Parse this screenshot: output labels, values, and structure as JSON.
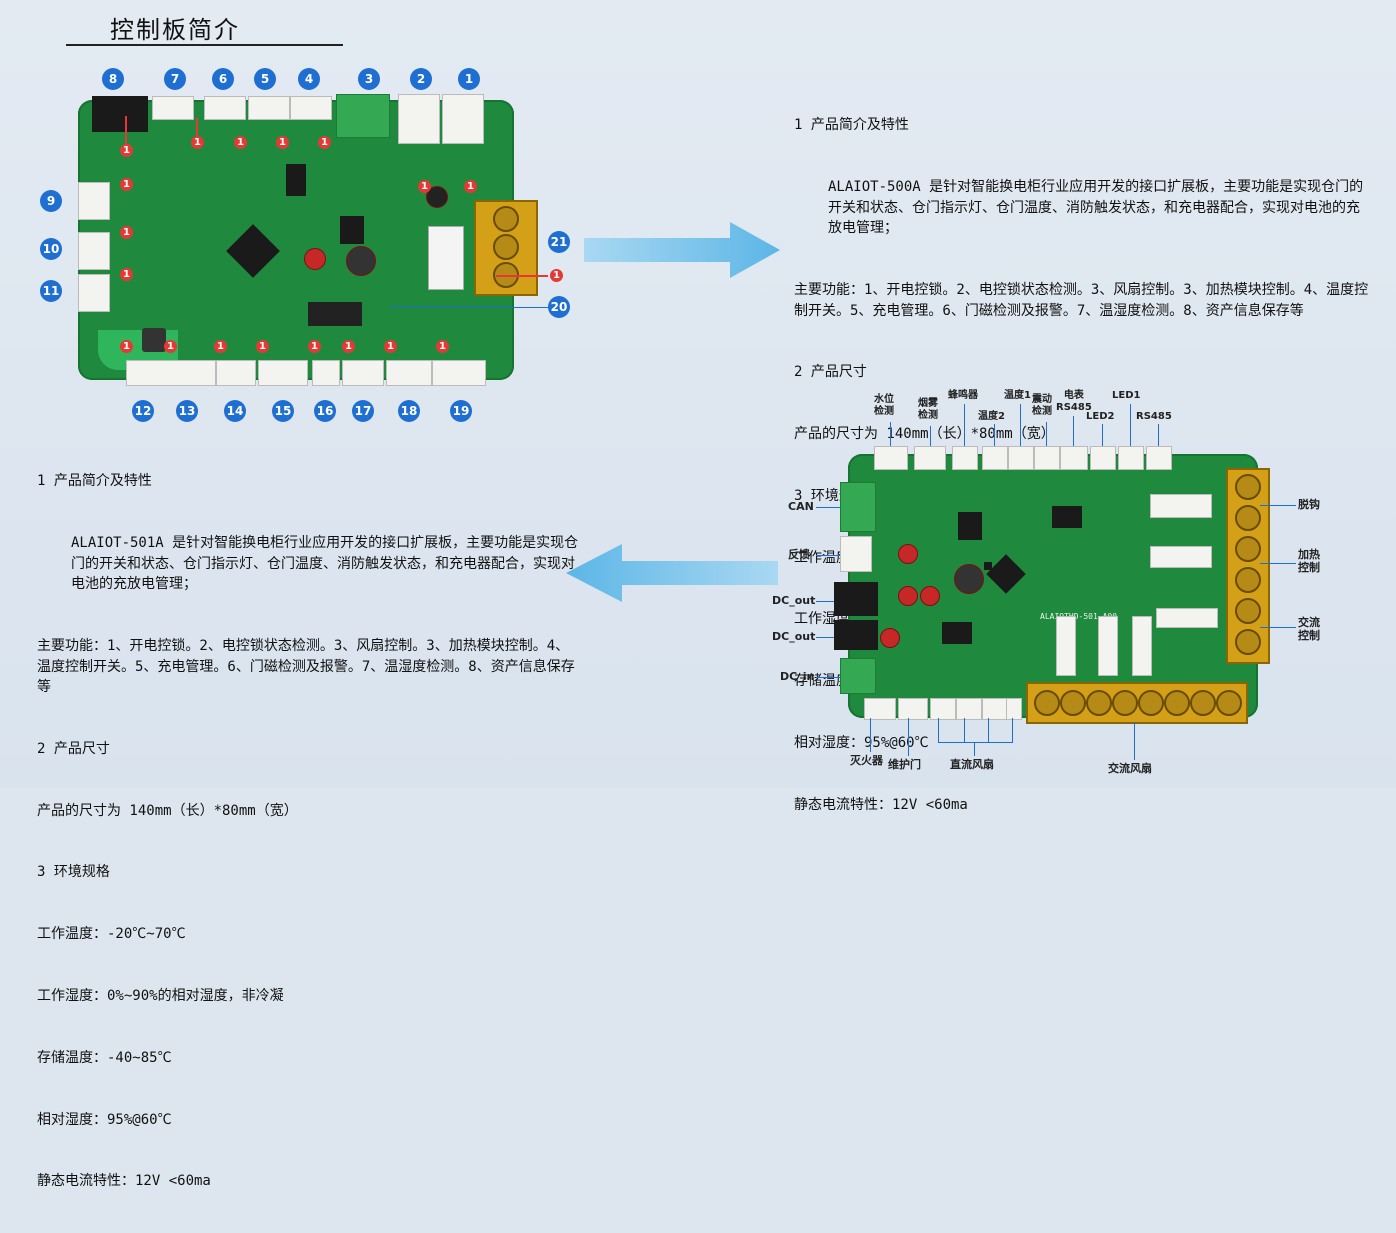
{
  "slide": {
    "title": "控制板简介"
  },
  "board1": {
    "numbers": [
      "1",
      "2",
      "3",
      "4",
      "5",
      "6",
      "7",
      "8",
      "9",
      "10",
      "11",
      "12",
      "13",
      "14",
      "15",
      "16",
      "17",
      "18",
      "19",
      "20",
      "21"
    ],
    "marker": "1"
  },
  "spec_top": {
    "h1": "1 产品简介及特性",
    "intro": "ALAIOT-500A 是针对智能换电柜行业应用开发的接口扩展板，主要功能是实现仓门的开关和状态、仓门指示灯、仓门温度、消防触发状态，和充电器配合，实现对电池的充放电管理；",
    "funcs": "主要功能：1、开电控锁。2、电控锁状态检测。3、风扇控制。3、加热模块控制。4、温度控制开关。5、充电管理。6、门磁检测及报警。7、温湿度检测。8、资产信息保存等",
    "h2": "2 产品尺寸",
    "size": "产品的尺寸为 140mm（长）*80mm（宽）",
    "h3": "3 环境规格",
    "env1": "工作温度：-20℃~70℃",
    "env2": "工作湿度：0%~90%的相对湿度，非冷凝",
    "env3": "存储温度：-40~85℃",
    "env4": "相对湿度：95%@60℃",
    "env5": "静态电流特性：12V <60ma"
  },
  "spec_bottom": {
    "h1": "1 产品简介及特性",
    "intro": "ALAIOT-501A 是针对智能换电柜行业应用开发的接口扩展板，主要功能是实现仓门的开关和状态、仓门指示灯、仓门温度、消防触发状态，和充电器配合，实现对电池的充放电管理；",
    "funcs": "主要功能：1、开电控锁。2、电控锁状态检测。3、风扇控制。3、加热模块控制。4、温度控制开关。5、充电管理。6、门磁检测及报警。7、温湿度检测。8、资产信息保存等",
    "h2": "2 产品尺寸",
    "size": "产品的尺寸为 140mm（长）*80mm（宽）",
    "h3": "3 环境规格",
    "env1": "工作温度：-20℃~70℃",
    "env2": "工作湿度：0%~90%的相对湿度，非冷凝",
    "env3": "存储温度：-40~85℃",
    "env4": "相对湿度：95%@60℃",
    "env5": "静态电流特性：12V <60ma"
  },
  "board2": {
    "silk": "ALAIOTHD-501-A00",
    "top_labels": {
      "water": "水位\n检测",
      "smoke": "烟雾\n检测",
      "buzzer": "蜂鸣器",
      "temp2": "温度2",
      "temp1": "温度1",
      "shake": "震动\n检测",
      "meter": "电表\nRS485",
      "led2": "LED2",
      "led1": "LED1",
      "rs485": "RS485"
    },
    "left_labels": {
      "can": "CAN",
      "feedback": "反馈",
      "dcout1": "DC_out",
      "dcout2": "DC_out",
      "dcin": "DC_in"
    },
    "right_labels": {
      "unhook": "脱钩",
      "heat": "加热\n控制",
      "ac": "交流\n控制"
    },
    "bottom_labels": {
      "fire": "灭火器",
      "door": "维护门",
      "dcfan": "直流风扇",
      "acfan": "交流风扇"
    }
  },
  "colors": {
    "pcb": "#1f8a3e",
    "badge": "#1e6fd1",
    "marker": "#e53935",
    "terminal": "#d4a017",
    "arrow": "#7fc3ea"
  }
}
